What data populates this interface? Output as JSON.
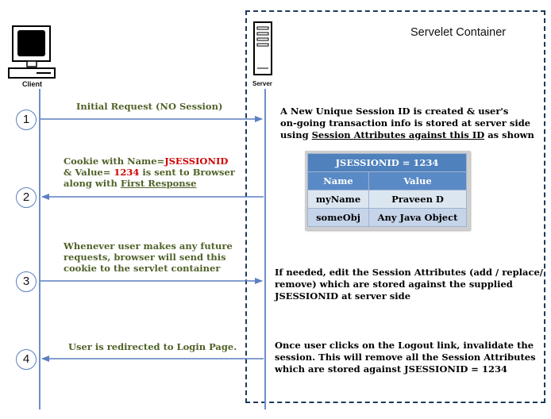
{
  "container": {
    "title": "Servelet Container"
  },
  "actors": {
    "client": "Client",
    "server": "Server"
  },
  "steps": [
    {
      "num": "1",
      "label": "Initial Request (NO Session)"
    },
    {
      "num": "2",
      "p1": "Cookie with Name=",
      "sid_name": "JSESSIONID",
      "p2": "& Value= ",
      "sid_value": "1234",
      "p3": " is sent to Browser",
      "p4": "along with ",
      "p4u": "First Response"
    },
    {
      "num": "3",
      "line1": "Whenever user makes any future",
      "line2": "requests, browser will send this",
      "line3": "cookie to the servlet container"
    },
    {
      "num": "4",
      "label": "User is redirected to Login Page."
    }
  ],
  "notes": {
    "n1": {
      "l1": "A New Unique Session ID is created & user's",
      "l2": "on-going  transaction info is stored at server side",
      "l3a": "using ",
      "l3u": "Session Attributes against this ID",
      "l3b": " as shown"
    },
    "n3": {
      "l1": "If needed, edit the Session Attributes (add / replace/",
      "l2": "remove) which are stored against the supplied",
      "l3": "JSESSIONID at server side"
    },
    "n4": {
      "l1": "Once user clicks on the Logout link, invalidate the",
      "l2": "session. This will remove all the Session Attributes",
      "l3": "which are stored against JSESSIONID = 1234"
    }
  },
  "table": {
    "title": "JSESSIONID = 1234",
    "headers": [
      "Name",
      "Value"
    ],
    "rows": [
      [
        "myName",
        "Praveen D"
      ],
      [
        "someObj",
        "Any Java Object"
      ]
    ]
  },
  "colors": {
    "arrow": "#5b7fbf",
    "table_title": "#4f81bd",
    "table_header": "#5a8ac6",
    "row1": "#dce6f1",
    "row2": "#c5d4e8"
  }
}
